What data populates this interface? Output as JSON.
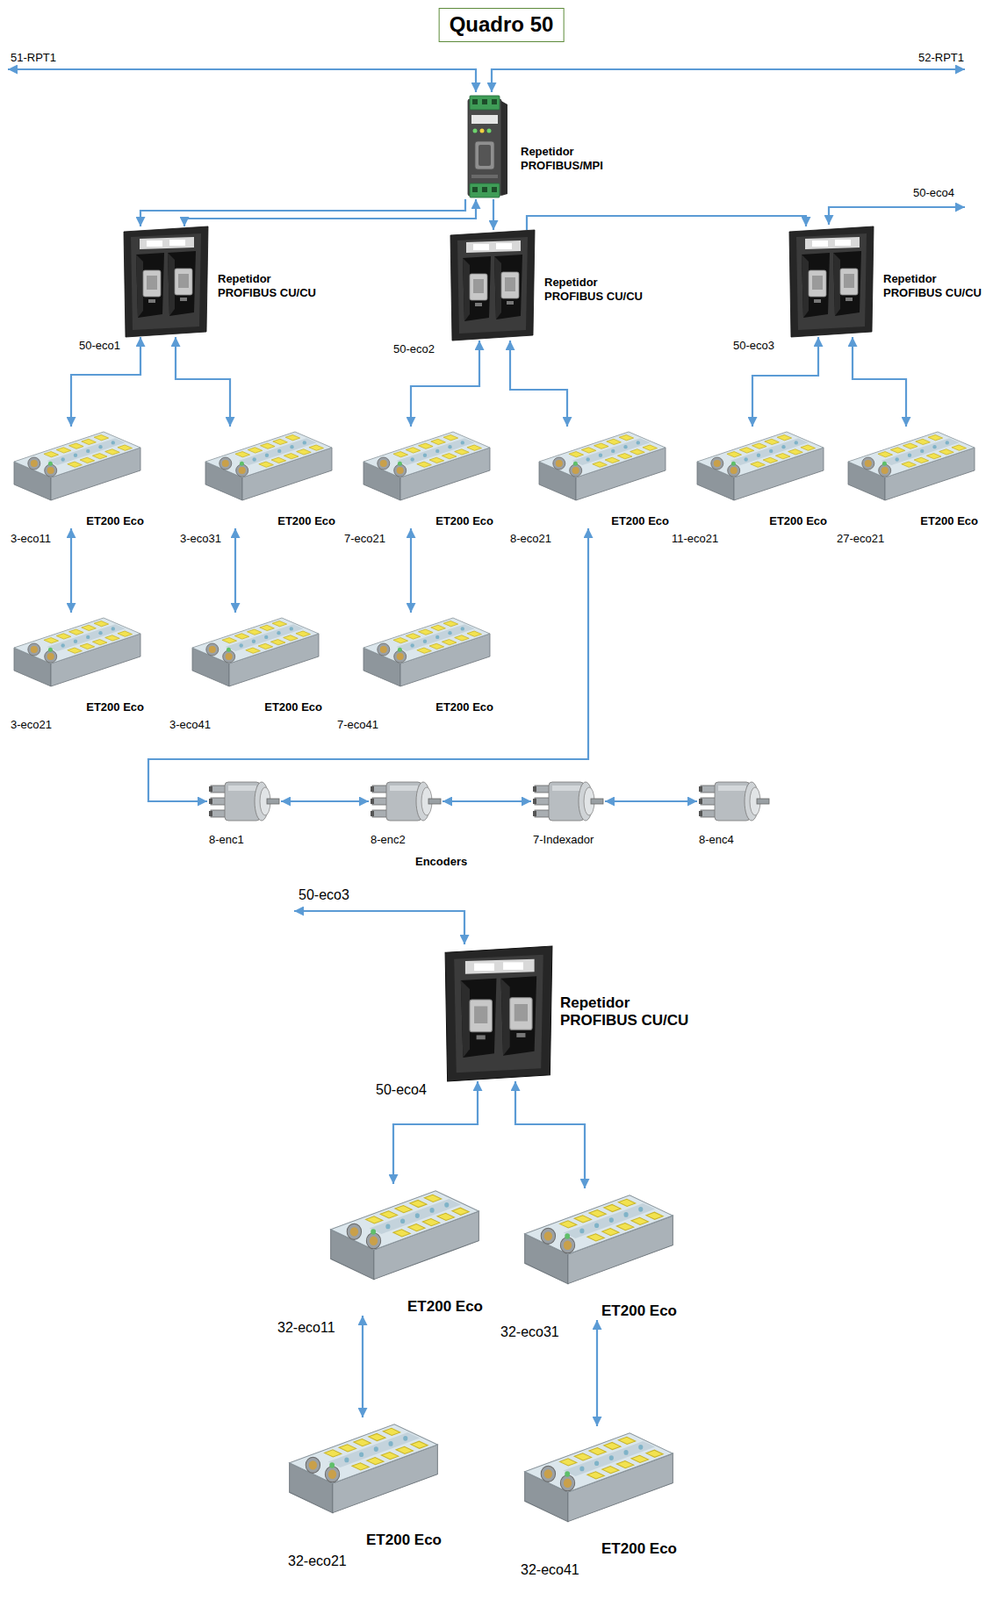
{
  "diagram": {
    "title": "Quadro 50",
    "nodes": [
      {
        "text": [
          "Repetidor PROFIBUS/MPI"
        ]
      },
      {
        "text": [
          "Repetidor PROFIBUS CU/CU",
          "50-eco1"
        ]
      },
      {
        "text": [
          "Repetidor PROFIBUS CU/CU",
          "50-eco2"
        ]
      },
      {
        "text": [
          "Repetidor PROFIBUS CU/CU",
          "50-eco3"
        ]
      },
      {
        "text": [
          "ET200 Eco",
          "3-eco11"
        ]
      },
      {
        "text": [
          "ET200 Eco",
          "3-eco31"
        ]
      },
      {
        "text": [
          "ET200 Eco",
          "7-eco21"
        ]
      },
      {
        "text": [
          "ET200 Eco",
          "8-eco21"
        ]
      },
      {
        "text": [
          "ET200 Eco",
          "11-eco21"
        ]
      },
      {
        "text": [
          "ET200 Eco",
          "27-eco21"
        ]
      },
      {
        "text": [
          "ET200 Eco",
          "3-eco21"
        ]
      },
      {
        "text": [
          "ET200 Eco",
          "3-eco41"
        ]
      },
      {
        "text": [
          "ET200 Eco",
          "7-eco41"
        ]
      },
      {
        "text": [
          "8-enc1"
        ]
      },
      {
        "text": [
          "8-enc2"
        ]
      },
      {
        "text": [
          "7-Indexador"
        ]
      },
      {
        "text": [
          "8-enc4"
        ]
      },
      {
        "text": [
          "Repetidor PROFIBUS CU/CU",
          "50-eco4"
        ]
      },
      {
        "text": [
          "ET200 Eco",
          "32-eco11"
        ]
      },
      {
        "text": [
          "ET200 Eco",
          "32-eco31"
        ]
      },
      {
        "text": [
          "ET200 Eco",
          "32-eco21"
        ]
      },
      {
        "text": [
          "ET200 Eco",
          "32-eco41"
        ]
      }
    ],
    "edges": [
      {
        "from": 0,
        "to": 1,
        "arrow": "to"
      },
      {
        "from": 0,
        "to": 1,
        "arrow": "both"
      },
      {
        "from": 0,
        "to": 2,
        "arrow": "to"
      },
      {
        "from": 2,
        "to": 3,
        "arrow": "to"
      },
      {
        "from": 1,
        "to": 4,
        "arrow": "both"
      },
      {
        "from": 1,
        "to": 5,
        "arrow": "both"
      },
      {
        "from": 2,
        "to": 6,
        "arrow": "both"
      },
      {
        "from": 2,
        "to": 7,
        "arrow": "both"
      },
      {
        "from": 3,
        "to": 8,
        "arrow": "both"
      },
      {
        "from": 3,
        "to": 9,
        "arrow": "both"
      },
      {
        "from": 4,
        "to": 10,
        "arrow": "both"
      },
      {
        "from": 5,
        "to": 11,
        "arrow": "both"
      },
      {
        "from": 6,
        "to": 12,
        "arrow": "both"
      },
      {
        "from": 7,
        "to": 13,
        "arrow": "both"
      },
      {
        "from": 13,
        "to": 14,
        "arrow": "both"
      },
      {
        "from": 14,
        "to": 15,
        "arrow": "both"
      },
      {
        "from": 15,
        "to": 16,
        "arrow": "both"
      },
      {
        "from": 17,
        "to": 18,
        "arrow": "both"
      },
      {
        "from": 17,
        "to": 19,
        "arrow": "both"
      },
      {
        "from": 18,
        "to": 20,
        "arrow": "both"
      },
      {
        "from": 19,
        "to": 21,
        "arrow": "both"
      }
    ],
    "labels": [
      "51-RPT1",
      "52-RPT1",
      "50-eco4",
      "Encoders",
      "50-eco3"
    ]
  }
}
